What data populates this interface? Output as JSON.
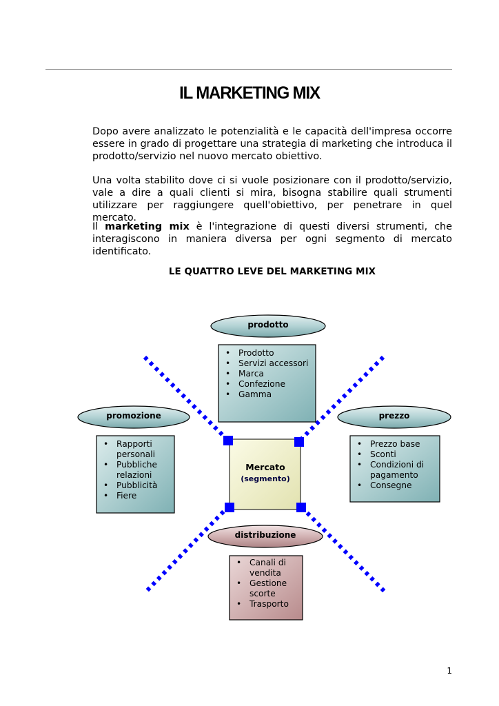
{
  "title": "IL MARKETING MIX",
  "paragraphs": {
    "p1": "Dopo avere analizzato le potenzialità e le capacità dell'impresa occorre essere in grado di progettare una strategia di marketing che introduca il prodotto/servizio nel nuovo mercato obiettivo.",
    "p2": "Una volta stabilito dove ci si vuole posizionare con il prodotto/servizio, vale a dire a quali clienti si mira, bisogna stabilire quali strumenti utilizzare per raggiungere quell'obiettivo, per penetrare in quel mercato.",
    "p3_before": "Il",
    "p3_bold": "marketing mix",
    "p3_after": "è l'integrazione di questi diversi strumenti, che interagiscono in maniera diversa per ogni segmento di mercato identificato."
  },
  "subtitle": "LE QUATTRO LEVE DEL MARKETING MIX",
  "diagram": {
    "center": {
      "label": "Mercato",
      "sublabel": "(segmento)"
    },
    "prodotto": {
      "label": "prodotto",
      "items": [
        "Prodotto",
        "Servizi accessori",
        "Marca",
        "Confezione",
        "Gamma"
      ]
    },
    "promozione": {
      "label": "promozione",
      "items": [
        "Rapporti personali",
        "Pubbliche relazioni",
        "Pubblicità",
        "Fiere"
      ]
    },
    "prezzo": {
      "label": "prezzo",
      "items": [
        "Prezzo base",
        "Sconti",
        "Condizioni di pagamento",
        "Consegne"
      ]
    },
    "distribuzione": {
      "label": "distribuzione",
      "items": [
        "Canali di vendita",
        "Gestione scorte",
        "Trasporto"
      ]
    },
    "colors": {
      "teal_box": "#a9cfd1",
      "mauve_box": "#c9a6a7",
      "center_box": "#f2f2c9",
      "dots": "#0000ff"
    }
  },
  "page_number": "1"
}
